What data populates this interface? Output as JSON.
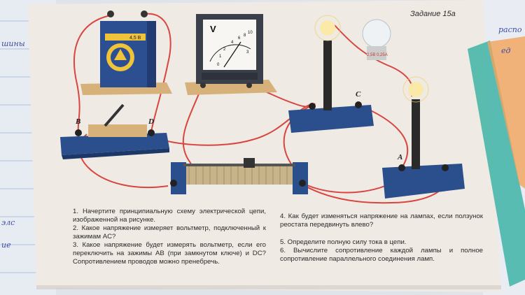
{
  "task": "Задание 15а",
  "battery": {
    "label": "4,5 В"
  },
  "voltmeter": {
    "symbol": "V",
    "scale": [
      "0",
      "1",
      "2",
      "3",
      "4",
      "6",
      "8",
      "10"
    ]
  },
  "lamp_label": "2,5В 0,25А",
  "terminals": {
    "B": "B",
    "D": "D",
    "C": "C",
    "A": "A"
  },
  "questions": {
    "q1": "1. Начертите принципиальную схему электрической цепи, изображенной на рисунке.",
    "q2": "2. Какое напряжение измеряет вольтметр, подключенный к зажимам AC?",
    "q3": "3. Какое напряжение будет измерять вольтметр, если его переключить на зажимы AB (при замкнутом ключе) и DC? Сопротивлением проводов можно пренебречь.",
    "q4": "4. Как будет изменяться напряжение на лампах, если ползунок реостата передвинуть влево?",
    "q5": "5. Определите полную силу тока в цепи.",
    "q6": "6. Вычислите сопротивление каждой лампы и полное сопротивление параллельного соединения ламп."
  },
  "notebook": {
    "w1": "шины",
    "w2": "элс",
    "w3": "ие",
    "w4": "распо",
    "w5": "ед"
  },
  "colors": {
    "card": "#efeae4",
    "wire": "#d9453f",
    "base": "#2b4f8c",
    "wood": "#d6b27a"
  }
}
